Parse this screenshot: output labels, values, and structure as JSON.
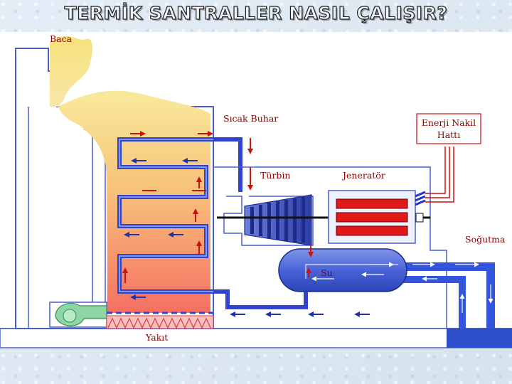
{
  "title": "TERMİK SANTRALLER NASIL ÇALIŞIR?",
  "labels": {
    "baca": "Baca",
    "sicak_buhar": "Sıcak Buhar",
    "turbin": "Türbin",
    "jenerator": "Jeneratör",
    "enerji_nakil_line1": "Enerji Nakil",
    "enerji_nakil_line2": "Hattı",
    "sogutma": "Soğutma",
    "su": "Su",
    "yakit": "Yakıt"
  },
  "colors": {
    "steam_pipe": "#3344cc",
    "arrow": "#cc1111",
    "furnace_top": "#f7e08a",
    "furnace_bottom": "#f46a5a",
    "cooling": "#3355dd",
    "generator_bar": "#e01818"
  }
}
